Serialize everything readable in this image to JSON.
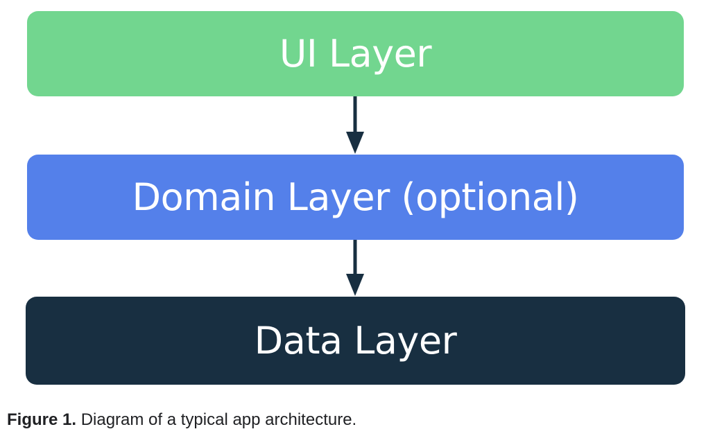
{
  "diagram": {
    "layers": [
      {
        "id": "ui",
        "label": "UI Layer",
        "fill": "#72d68f",
        "text_color": "#ffffff"
      },
      {
        "id": "domain",
        "label": "Domain Layer (optional)",
        "fill": "#5480ea",
        "text_color": "#ffffff"
      },
      {
        "id": "data",
        "label": "Data Layer",
        "fill": "#182f41",
        "text_color": "#ffffff"
      }
    ],
    "edges": [
      {
        "from": "ui",
        "to": "domain"
      },
      {
        "from": "domain",
        "to": "data"
      }
    ],
    "arrow_color": "#182f41"
  },
  "caption": {
    "prefix": "Figure 1.",
    "text": " Diagram of a typical app architecture."
  }
}
